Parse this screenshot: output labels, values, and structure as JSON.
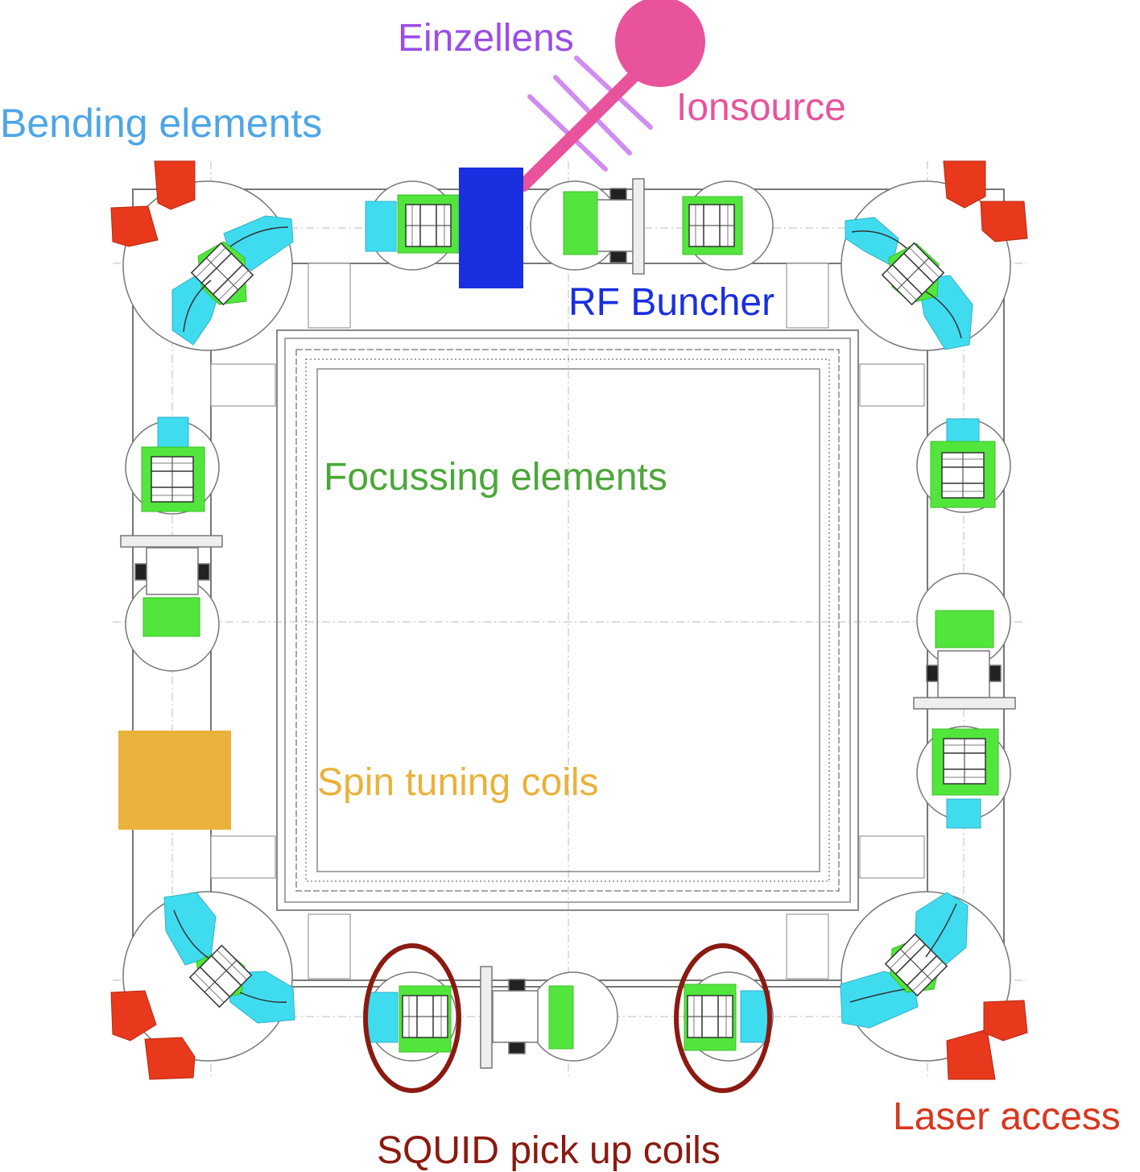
{
  "labels": {
    "bending": "Bending elements",
    "einzellens": "Einzellens",
    "ionsource": "Ionsource",
    "rf_buncher": "RF Buncher",
    "focussing": "Focussing elements",
    "spin_tuning": "Spin tuning coils",
    "laser_access": "Laser access",
    "squid": "SQUID pick up coils"
  },
  "colors": {
    "bending": "#4da6e8",
    "einzellens": "#9a4ee6",
    "ionsource": "#e8539c",
    "rf_buncher": "#1a2fe0",
    "focussing": "#4ca73a",
    "spin_tuning": "#eab23a",
    "laser_access": "#d9361f",
    "squid": "#8b1a10",
    "cyan_marker": "#3fdcf0",
    "green_marker": "#52e63c",
    "red_marker": "#e8391c",
    "line": "#777777"
  }
}
